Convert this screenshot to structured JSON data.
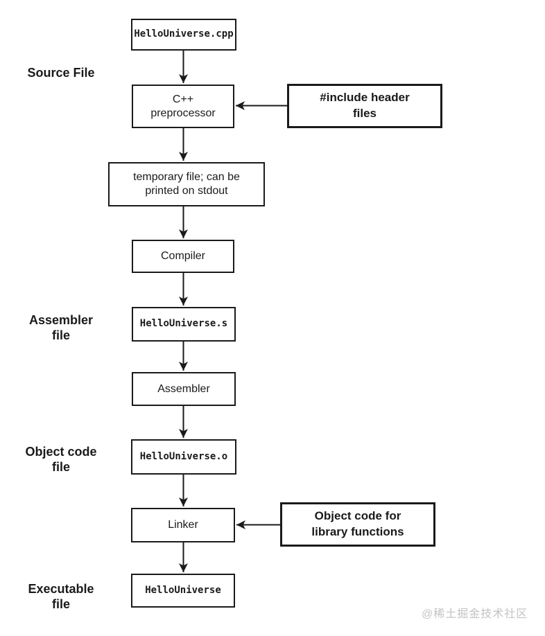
{
  "diagram": {
    "title_implicit": "C++ compilation pipeline flowchart",
    "flow": {
      "source_file": "HelloUniverse.cpp",
      "preprocessor": "C++\npreprocessor",
      "temp_file": "temporary file; can be\nprinted on stdout",
      "compiler": "Compiler",
      "assembler_file": "HelloUniverse.s",
      "assembler": "Assembler",
      "object_file": "HelloUniverse.o",
      "linker": "Linker",
      "executable": "HelloUniverse"
    },
    "inputs": {
      "include_headers": "#include header\nfiles",
      "object_lib": "Object code for\nlibrary functions"
    },
    "stage_labels": {
      "source": "Source File",
      "assembler": "Assembler\nfile",
      "object": "Object code\nfile",
      "executable": "Executable\nfile"
    },
    "colors": {
      "line": "#1a1a1a",
      "text": "#1a1a1a",
      "background": "#ffffff",
      "watermark": "#c3c3c3"
    }
  },
  "watermark": "@稀土掘金技术社区"
}
